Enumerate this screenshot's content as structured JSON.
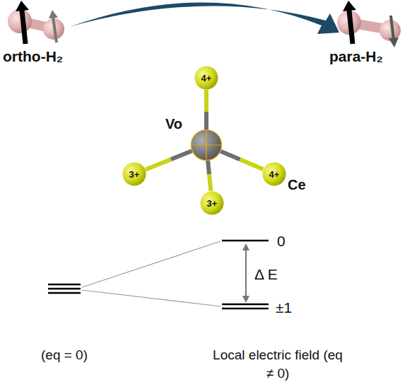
{
  "diagram": {
    "nodes": [
      {
        "text": [
          "4+"
        ]
      },
      {
        "text": [
          "Vo"
        ]
      },
      {
        "text": [
          "3+"
        ]
      },
      {
        "text": [
          "3+"
        ]
      },
      {
        "text": [
          "4+",
          "Ce"
        ]
      }
    ],
    "edges": [
      {
        "from": 1,
        "to": 0,
        "arrow": "none"
      },
      {
        "from": 1,
        "to": 2,
        "arrow": "none"
      },
      {
        "from": 1,
        "to": 3,
        "arrow": "none"
      },
      {
        "from": 1,
        "to": 4,
        "arrow": "none"
      }
    ],
    "labels": [
      "ortho-H₂",
      "para-H₂",
      "0",
      "±1",
      "Δ E",
      "(eq = 0)",
      "Local electric field (eq ≠ 0)"
    ]
  }
}
